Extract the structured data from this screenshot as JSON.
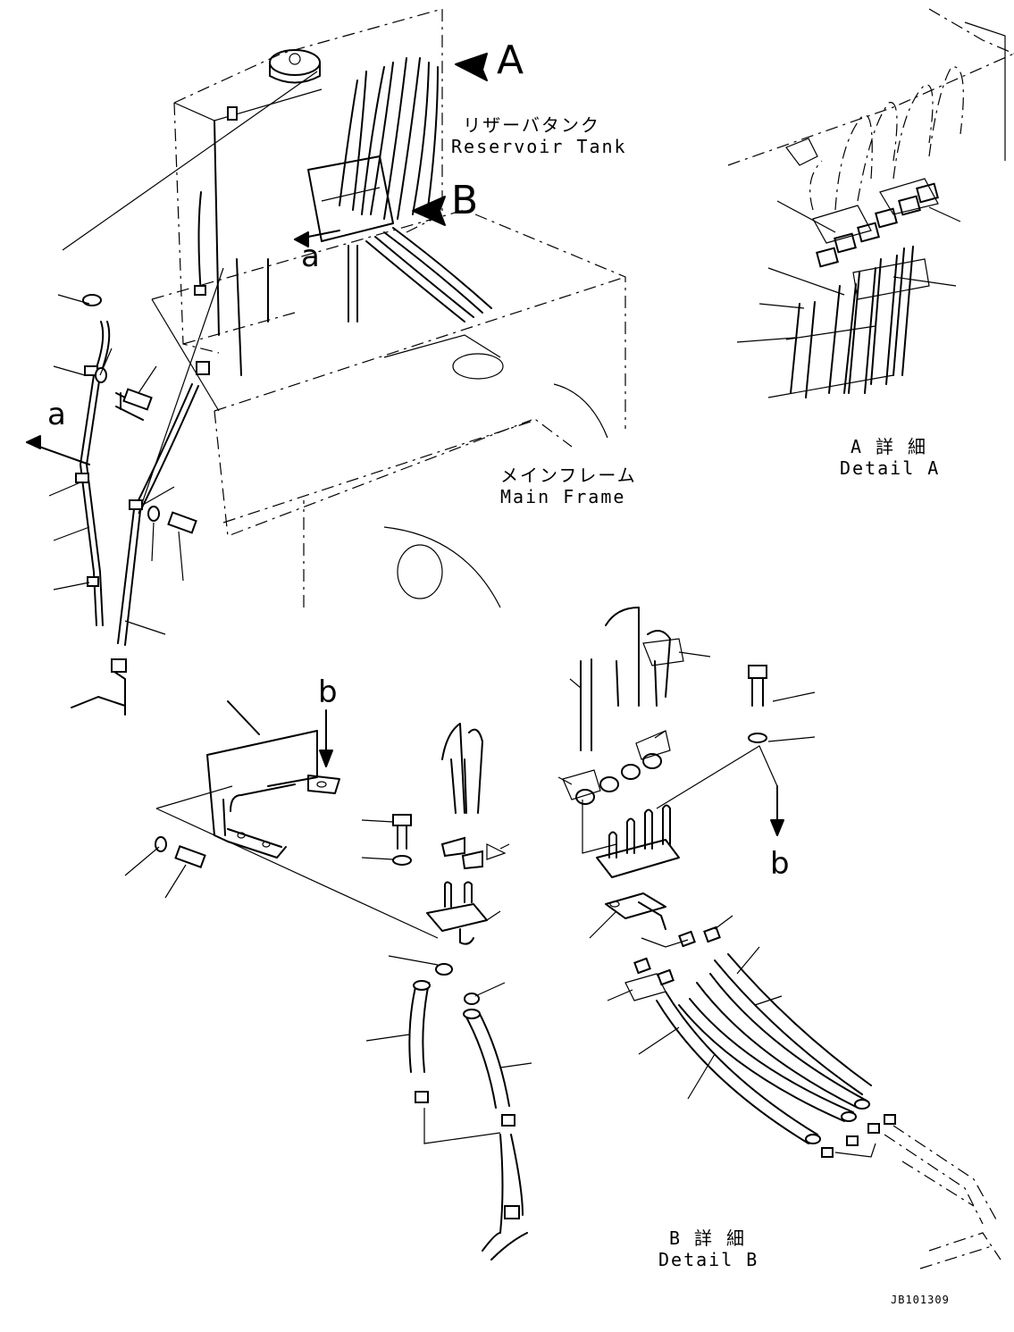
{
  "view_letters": {
    "A": "A",
    "B": "B",
    "a_main": "a",
    "a_side": "a",
    "b_bracket": "b",
    "b_detail": "b"
  },
  "captions": {
    "reservoir_tank_jp": "リザーバタンク",
    "reservoir_tank_en": "Reservoir Tank",
    "main_frame_jp": "メインフレーム",
    "main_frame_en": "Main Frame",
    "detail_a_jp": "A 詳 細",
    "detail_a_en": "Detail A",
    "detail_b_jp": "B 詳 細",
    "detail_b_en": "Detail B"
  },
  "drawing_number": "JB101309"
}
